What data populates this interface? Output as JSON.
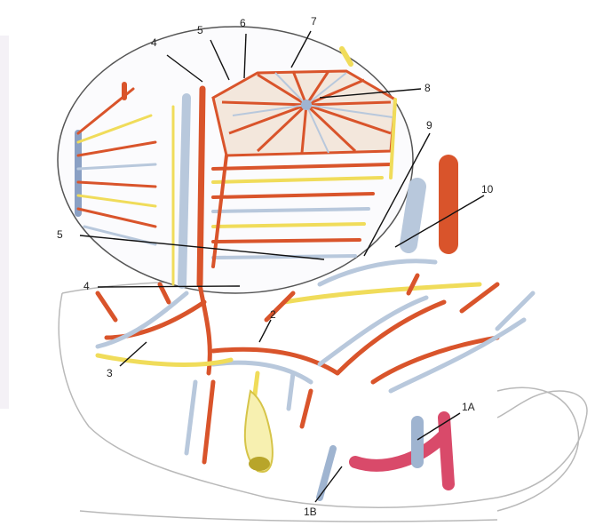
{
  "figure": {
    "colors": {
      "artery": "#d9542b",
      "vein": "#b8c8dc",
      "bile_duct": "#f0dc5a",
      "gallbladder": "#b8a52a",
      "outline": "#b9b9b9",
      "magnifier": "#555555"
    },
    "labels": [
      {
        "id": "l4a",
        "text": "4"
      },
      {
        "id": "l5a",
        "text": "5"
      },
      {
        "id": "l6",
        "text": "6"
      },
      {
        "id": "l7",
        "text": "7"
      },
      {
        "id": "l8",
        "text": "8"
      },
      {
        "id": "l9",
        "text": "9"
      },
      {
        "id": "l10",
        "text": "10"
      },
      {
        "id": "l5b",
        "text": "5"
      },
      {
        "id": "l4b",
        "text": "4"
      },
      {
        "id": "l2",
        "text": "2"
      },
      {
        "id": "l3",
        "text": "3"
      },
      {
        "id": "l1a",
        "text": "1A"
      },
      {
        "id": "l1b",
        "text": "1B"
      }
    ]
  }
}
